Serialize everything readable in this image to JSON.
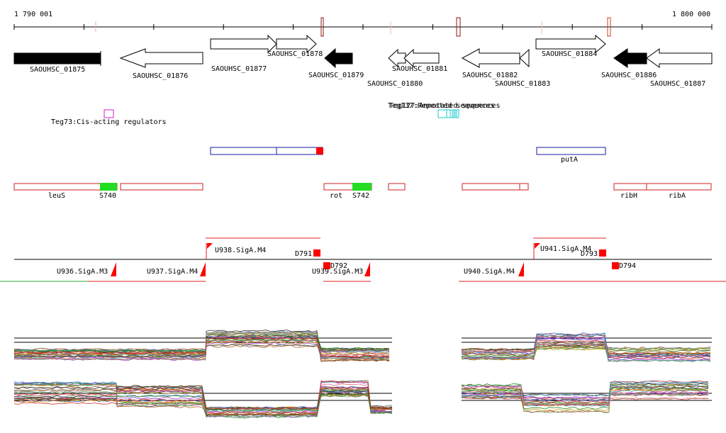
{
  "ruler": {
    "start_label": "1 790 001",
    "end_label": "1 800 000"
  },
  "genes": [
    {
      "id": "SAOUHSC_01875",
      "label": "SAOUHSC_01875",
      "dir": "right",
      "filled": true
    },
    {
      "id": "SAOUHSC_01876",
      "label": "SAOUHSC_01876",
      "dir": "left",
      "filled": false
    },
    {
      "id": "SAOUHSC_01877",
      "label": "SAOUHSC_01877",
      "dir": "right",
      "filled": false
    },
    {
      "id": "SAOUHSC_01878",
      "label": "SAOUHSC_01878",
      "dir": "right",
      "filled": false
    },
    {
      "id": "SAOUHSC_01879",
      "label": "SAOUHSC_01879",
      "dir": "left",
      "filled": true
    },
    {
      "id": "SAOUHSC_01880",
      "label": "SAOUHSC_01880",
      "dir": "left",
      "filled": false
    },
    {
      "id": "SAOUHSC_01881",
      "label": "SAOUHSC_01881",
      "dir": "left",
      "filled": false
    },
    {
      "id": "SAOUHSC_01882",
      "label": "SAOUHSC_01882",
      "dir": "left",
      "filled": false
    },
    {
      "id": "SAOUHSC_01883",
      "label": "SAOUHSC_01883",
      "dir": "left",
      "filled": false
    },
    {
      "id": "SAOUHSC_01884",
      "label": "SAOUHSC_01884",
      "dir": "right",
      "filled": false
    },
    {
      "id": "SAOUHSC_01886",
      "label": "SAOUHSC_01886",
      "dir": "left",
      "filled": true
    },
    {
      "id": "SAOUHSC_01887",
      "label": "SAOUHSC_01887",
      "dir": "left",
      "filled": false
    }
  ],
  "regulators": {
    "teg73": "Teg73:Cis-acting regulators",
    "teg_overlap": "Teg137:Repeated sequences",
    "teg_overlap2": "Teg127:Annotated sequences"
  },
  "operons": {
    "puta": "putA"
  },
  "gene_names": {
    "leus": "leuS",
    "s740": "S740",
    "rot": "rot",
    "s742": "S742",
    "ribh": "ribH",
    "riba": "ribA"
  },
  "promoters": {
    "u936": "U936.SigA.M3",
    "u937": "U937.SigA.M4",
    "u938": "U938.SigA.M4",
    "d791": "D791",
    "d792": "D792",
    "u939": "U939.SigA.M3",
    "u940": "U940.SigA.M4",
    "u941": "U941.SigA.M4",
    "d793": "D793",
    "d794": "D794"
  },
  "colors": {
    "gene_outline": "#000000",
    "operon_blue": "#1a1aa8",
    "region_red": "#cc2222",
    "hit_red": "#ff0000",
    "green": "#22cc22",
    "magenta": "#cc22cc",
    "cyan": "#22cccc"
  }
}
